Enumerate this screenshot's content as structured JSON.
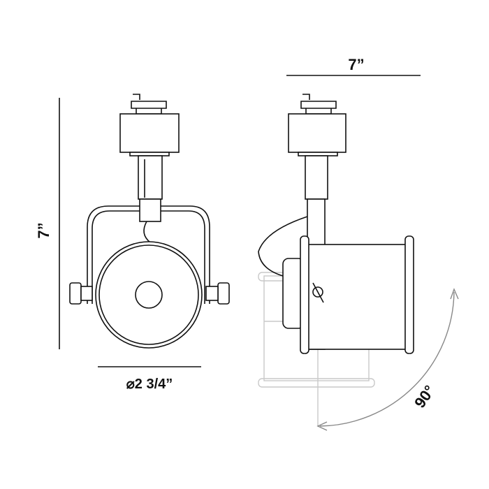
{
  "dimensions": {
    "height_label": "7”",
    "width_label": "7”",
    "diameter_label": "⌀2 3/4”",
    "tilt_label": "90°"
  },
  "colors": {
    "line": "#111111",
    "ghost": "#c9c9c9",
    "arc": "#888888"
  }
}
